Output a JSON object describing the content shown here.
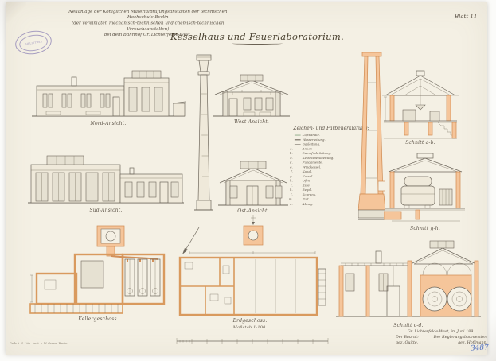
{
  "header": {
    "project_line1": "Neuanlage der Königlichen Materialprüfungsanstalten der technischen Hochschule Berlin",
    "project_line2": "(der vereinigten mechanisch-technischen und chemisch-technischen Versuchsanstalten)",
    "project_line3": "bei dem Bahnhof Gr. Lichterfelde-West.",
    "title": "Kesselhaus und Feuerlaboratorium.",
    "sheet_label": "Blatt 11."
  },
  "stamp": {
    "text": "BIBLIOTHEK"
  },
  "views": {
    "north": "Nord-Ansicht.",
    "south": "Süd-Ansicht.",
    "west": "West-Ansicht.",
    "east": "Ost-Ansicht.",
    "section_ab": "Schnitt a-b.",
    "section_gh": "Schnitt g-h.",
    "basement": "Kellergeschoss.",
    "ground_floor": "Erdgeschoss.",
    "section_cd": "Schnitt c-d.",
    "scale_label": "Maßstab 1:100."
  },
  "legend": {
    "heading": "Zeichen- und Farbenerklärung:",
    "items": [
      {
        "key": "",
        "label": "Luftkanäle.",
        "swatch": "#4a7d4a"
      },
      {
        "key": "",
        "label": "Wasserleitung.",
        "swatch": "#6e675c"
      },
      {
        "key": "",
        "label": "Gasleitung.",
        "swatch": "#6e675c"
      },
      {
        "key": "a.",
        "label": "Anker."
      },
      {
        "key": "b.",
        "label": "Dampfrohrleitung."
      },
      {
        "key": "c.",
        "label": "Kesselspeiseleitung."
      },
      {
        "key": "d.",
        "label": "Fundamente."
      },
      {
        "key": "e.",
        "label": "Windkessel."
      },
      {
        "key": "f.",
        "label": "Kanal."
      },
      {
        "key": "g.",
        "label": "Kessel."
      },
      {
        "key": "h.",
        "label": "Ofen."
      },
      {
        "key": "i.",
        "label": "Esse."
      },
      {
        "key": "k.",
        "label": "Regal."
      },
      {
        "key": "l.",
        "label": "Schrank."
      },
      {
        "key": "m.",
        "label": "Pult."
      },
      {
        "key": "n.",
        "label": "Abzug."
      }
    ]
  },
  "signature": {
    "line1": "Gr. Lichterfelde-West, im Juni 189..",
    "left_role": "Der Baurat:",
    "right_role": "Der Regierungsbaumeister:",
    "left_name": "gez. Quitte.",
    "right_name": "gez. Hoffmann."
  },
  "imprint": "Gedr. i. d. Lith. Anst. v. W. Greve, Berlin.",
  "archive_number": "3487",
  "colors": {
    "paper": "#f4f0e4",
    "ink": "#6e675c",
    "masonry_wash": "#f5c59a",
    "masonry_stroke": "#cf8a50",
    "legend_green": "#4a7d4a",
    "archive_blue": "#4f6fc0",
    "stamp_purple": "#7b6fae"
  }
}
